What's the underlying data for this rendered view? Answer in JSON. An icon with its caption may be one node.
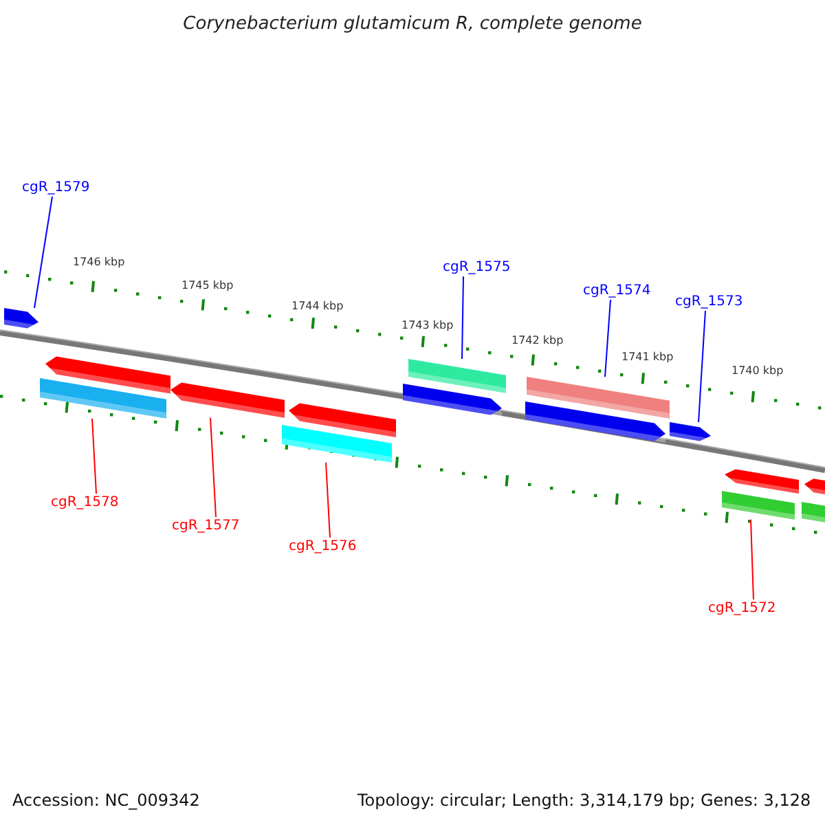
{
  "diagram": {
    "title": "Corynebacterium glutamicum R, complete genome",
    "nodes": [
      {
        "text": [
          "cgR_1579"
        ]
      },
      {
        "text": [
          "cgR_1578"
        ]
      },
      {
        "text": [
          "cgR_1577"
        ]
      },
      {
        "text": [
          "cgR_1576"
        ]
      },
      {
        "text": [
          "cgR_1575"
        ]
      },
      {
        "text": [
          "cgR_1574"
        ]
      },
      {
        "text": [
          "cgR_1573"
        ]
      },
      {
        "text": [
          "cgR_1572"
        ]
      },
      {
        "text": [],
        "shape": "pentagon"
      },
      {
        "text": [],
        "shape": "pentagon"
      },
      {
        "text": [],
        "shape": "bar"
      },
      {
        "text": [],
        "shape": "pentagon"
      },
      {
        "text": [],
        "shape": "pentagon"
      },
      {
        "text": [],
        "shape": "bar"
      },
      {
        "text": [],
        "shape": "bar"
      },
      {
        "text": [],
        "shape": "pentagon"
      },
      {
        "text": [],
        "shape": "bar"
      },
      {
        "text": [],
        "shape": "pentagon"
      },
      {
        "text": [],
        "shape": "pentagon"
      },
      {
        "text": [],
        "shape": "pentagon"
      },
      {
        "text": [],
        "shape": "bar"
      },
      {
        "text": [],
        "shape": "pentagon"
      },
      {
        "text": [],
        "shape": "bar"
      }
    ],
    "edges": [
      {
        "from": 0,
        "to": 8,
        "arrow": "none",
        "color": "#0000ff"
      },
      {
        "from": 1,
        "to": 10,
        "arrow": "none",
        "color": "#ff0000"
      },
      {
        "from": 2,
        "to": 11,
        "arrow": "none",
        "color": "#ff0000"
      },
      {
        "from": 3,
        "to": 13,
        "arrow": "none",
        "color": "#ff0000"
      },
      {
        "from": 4,
        "to": 14,
        "arrow": "none",
        "color": "#0000ff"
      },
      {
        "from": 5,
        "to": 16,
        "arrow": "none",
        "color": "#0000ff"
      },
      {
        "from": 6,
        "to": 18,
        "arrow": "none",
        "color": "#0000ff"
      },
      {
        "from": 7,
        "to": 20,
        "arrow": "none",
        "color": "#ff0000"
      }
    ],
    "labels": [
      "1746 kbp",
      "1745 kbp",
      "1744 kbp",
      "1743 kbp",
      "1742 kbp",
      "1741 kbp",
      "1740 kbp",
      "Accession: NC_009342",
      "Topology: circular; Length: 3,314,179 bp; Genes: 3,128"
    ]
  }
}
